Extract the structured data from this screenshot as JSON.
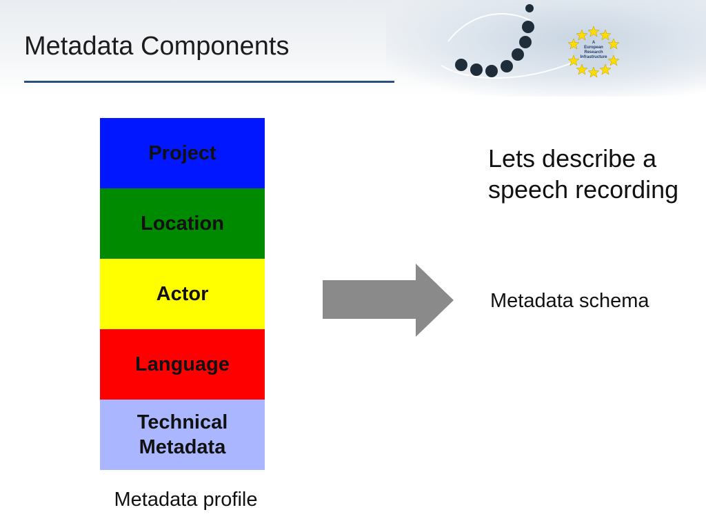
{
  "slide": {
    "title": "Metadata Components"
  },
  "logo": {
    "icon": "european-research-infrastructure-logo",
    "lines": [
      "A",
      "European",
      "Research",
      "Infrastructure"
    ],
    "star_color": "#ffdd00",
    "emblem_color": "#1e4f9c"
  },
  "profile": {
    "blocks": [
      {
        "label": "Project",
        "color": "#0017ff"
      },
      {
        "label": "Location",
        "color": "#008a00"
      },
      {
        "label": "Actor",
        "color": "#ffff00"
      },
      {
        "label": "Language",
        "color": "#ff0000"
      },
      {
        "label_line1": "Technical",
        "label_line2": "Metadata",
        "color": "#aab6ff"
      }
    ],
    "caption": "Metadata profile"
  },
  "arrow": {
    "icon": "right-arrow-icon",
    "color": "#8a8a8a"
  },
  "right": {
    "line1": "Lets describe a",
    "line2": "speech recording",
    "caption": "Metadata schema"
  }
}
